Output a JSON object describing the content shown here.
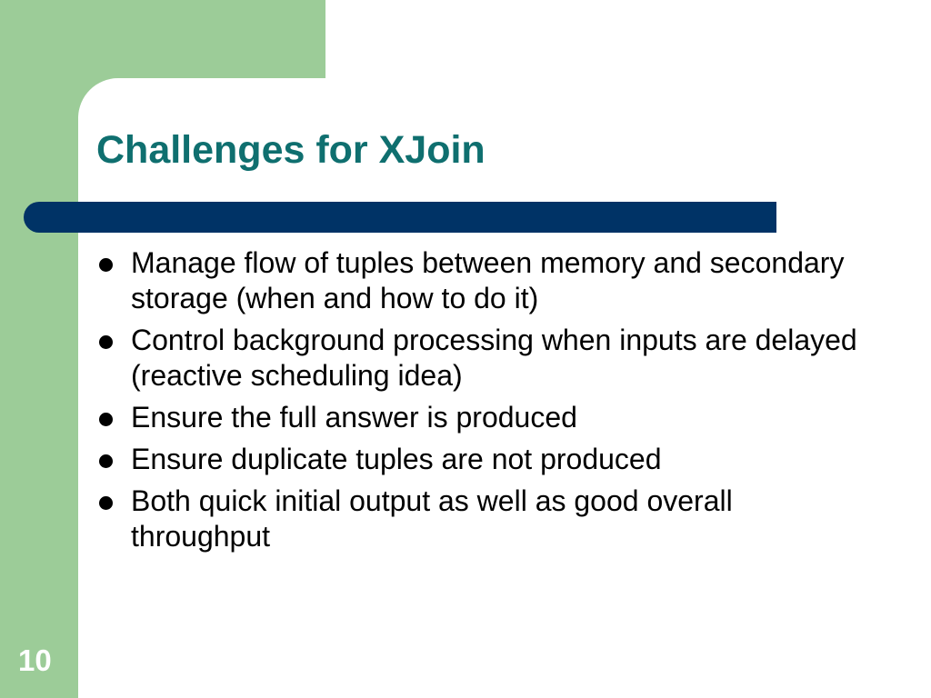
{
  "slide": {
    "title": "Challenges for XJoin",
    "bullets": [
      "Manage flow of tuples between memory and secondary storage (when and how to do it)",
      "Control background processing when inputs are delayed (reactive scheduling idea)",
      "Ensure the full answer is produced",
      "Ensure duplicate tuples are not produced",
      "Both quick initial output as well as good overall throughput"
    ],
    "number": "10"
  },
  "colors": {
    "accent_green": "#9ccc98",
    "title_teal": "#0f6f6f",
    "bar_navy": "#003366",
    "text": "#000000"
  }
}
